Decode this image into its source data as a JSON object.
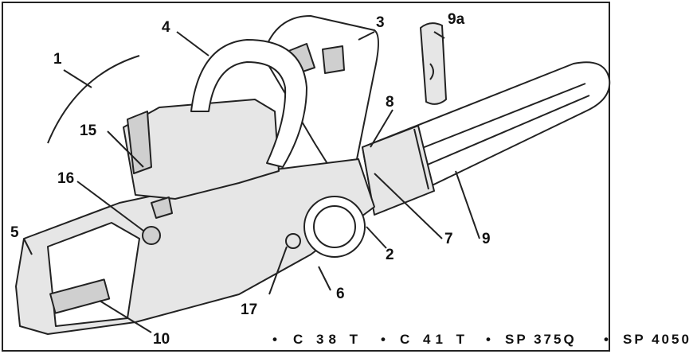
{
  "diagram": {
    "callouts": [
      {
        "id": "c1",
        "text": "1"
      },
      {
        "id": "c2",
        "text": "2"
      },
      {
        "id": "c3",
        "text": "3"
      },
      {
        "id": "c4",
        "text": "4"
      },
      {
        "id": "c5",
        "text": "5"
      },
      {
        "id": "c6",
        "text": "6"
      },
      {
        "id": "c7",
        "text": "7"
      },
      {
        "id": "c8",
        "text": "8"
      },
      {
        "id": "c9",
        "text": "9"
      },
      {
        "id": "c9a",
        "text": "9a"
      },
      {
        "id": "c10",
        "text": "10"
      },
      {
        "id": "c15",
        "text": "15"
      },
      {
        "id": "c16",
        "text": "16"
      },
      {
        "id": "c17",
        "text": "17"
      }
    ],
    "models": [
      "C 38 T",
      "C 41 T",
      "SP 375Q",
      "SP 4050"
    ],
    "bullet": "•"
  }
}
